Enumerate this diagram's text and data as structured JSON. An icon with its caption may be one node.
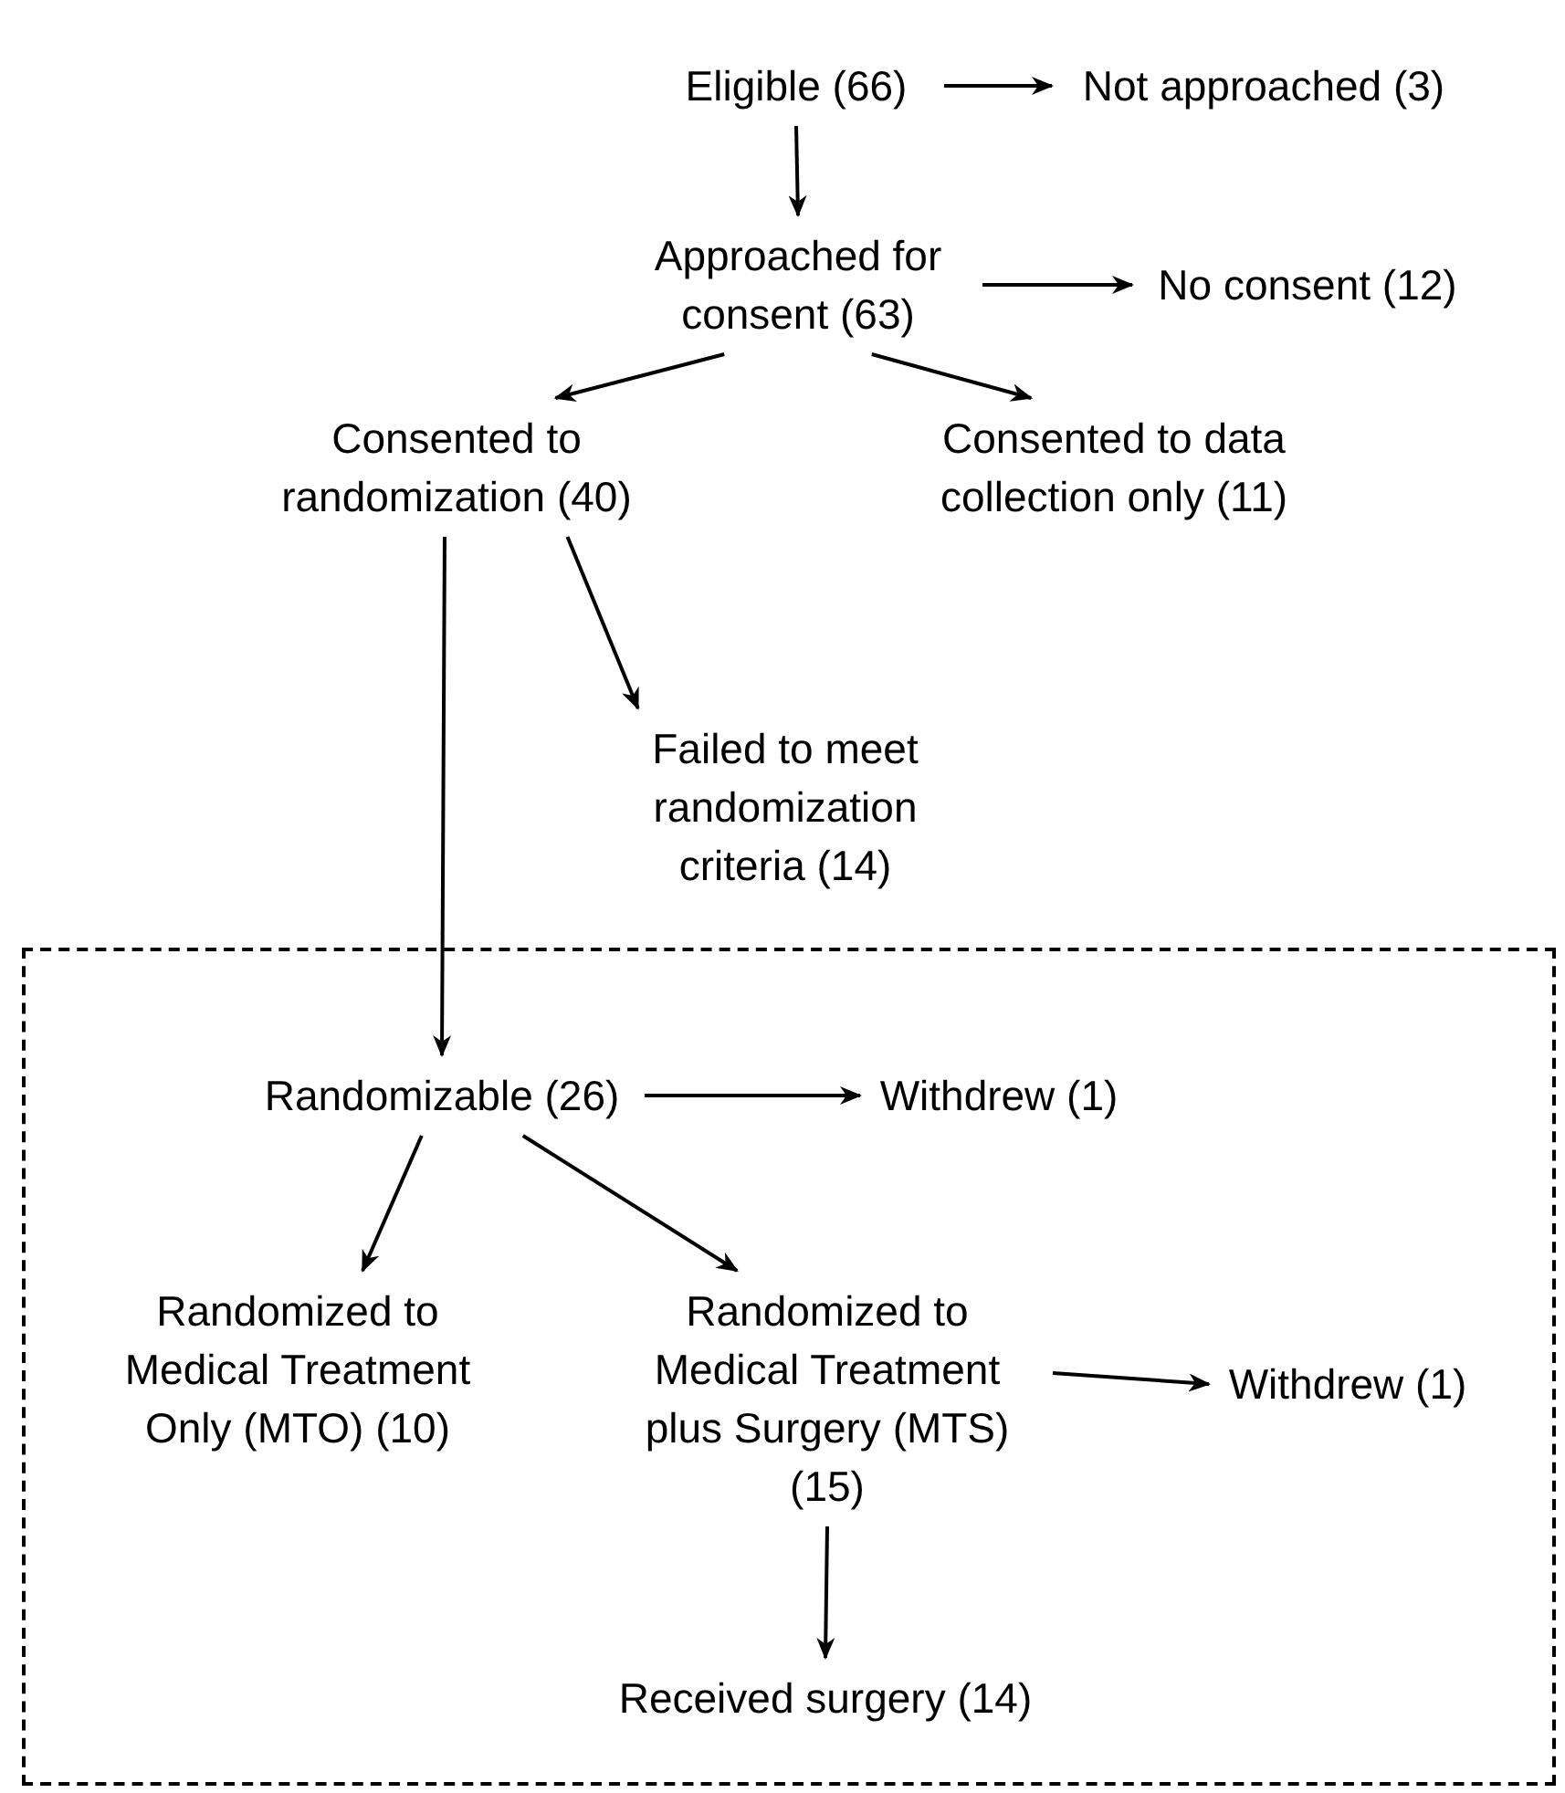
{
  "diagram": {
    "nodes": [
      {
        "text": [
          "Eligible (66)"
        ]
      },
      {
        "text": [
          "Not approached (3)"
        ]
      },
      {
        "text": [
          "Approached for consent (63)"
        ]
      },
      {
        "text": [
          "No consent (12)"
        ]
      },
      {
        "text": [
          "Consented to randomization (40)"
        ]
      },
      {
        "text": [
          "Consented to data collection only (11)"
        ]
      },
      {
        "text": [
          "Failed to meet randomization criteria (14)"
        ]
      },
      {
        "text": [],
        "shape": "box"
      },
      {
        "text": [
          "Randomizable (26)"
        ],
        "in": 7
      },
      {
        "text": [
          "Withdrew (1)"
        ],
        "in": 7
      },
      {
        "text": [
          "Randomized to Medical Treatment Only (MTO) (10)"
        ],
        "in": 7
      },
      {
        "text": [
          "Randomized to Medical Treatment plus Surgery (MTS) (15)"
        ],
        "in": 7
      },
      {
        "text": [
          "Withdrew (1)"
        ],
        "in": 7
      },
      {
        "text": [
          "Received surgery (14)"
        ],
        "in": 7
      }
    ],
    "edges": [
      {
        "from": 0,
        "to": 1,
        "arrow": "to"
      },
      {
        "from": 0,
        "to": 2,
        "arrow": "to"
      },
      {
        "from": 2,
        "to": 3,
        "arrow": "to"
      },
      {
        "from": 2,
        "to": 4,
        "arrow": "to"
      },
      {
        "from": 2,
        "to": 5,
        "arrow": "to"
      },
      {
        "from": 4,
        "to": 6,
        "arrow": "to"
      },
      {
        "from": 4,
        "to": 8,
        "arrow": "to"
      },
      {
        "from": 8,
        "to": 9,
        "arrow": "to"
      },
      {
        "from": 8,
        "to": 10,
        "arrow": "to"
      },
      {
        "from": 8,
        "to": 11,
        "arrow": "to"
      },
      {
        "from": 11,
        "to": 12,
        "arrow": "to"
      },
      {
        "from": 11,
        "to": 13,
        "arrow": "to"
      }
    ]
  }
}
